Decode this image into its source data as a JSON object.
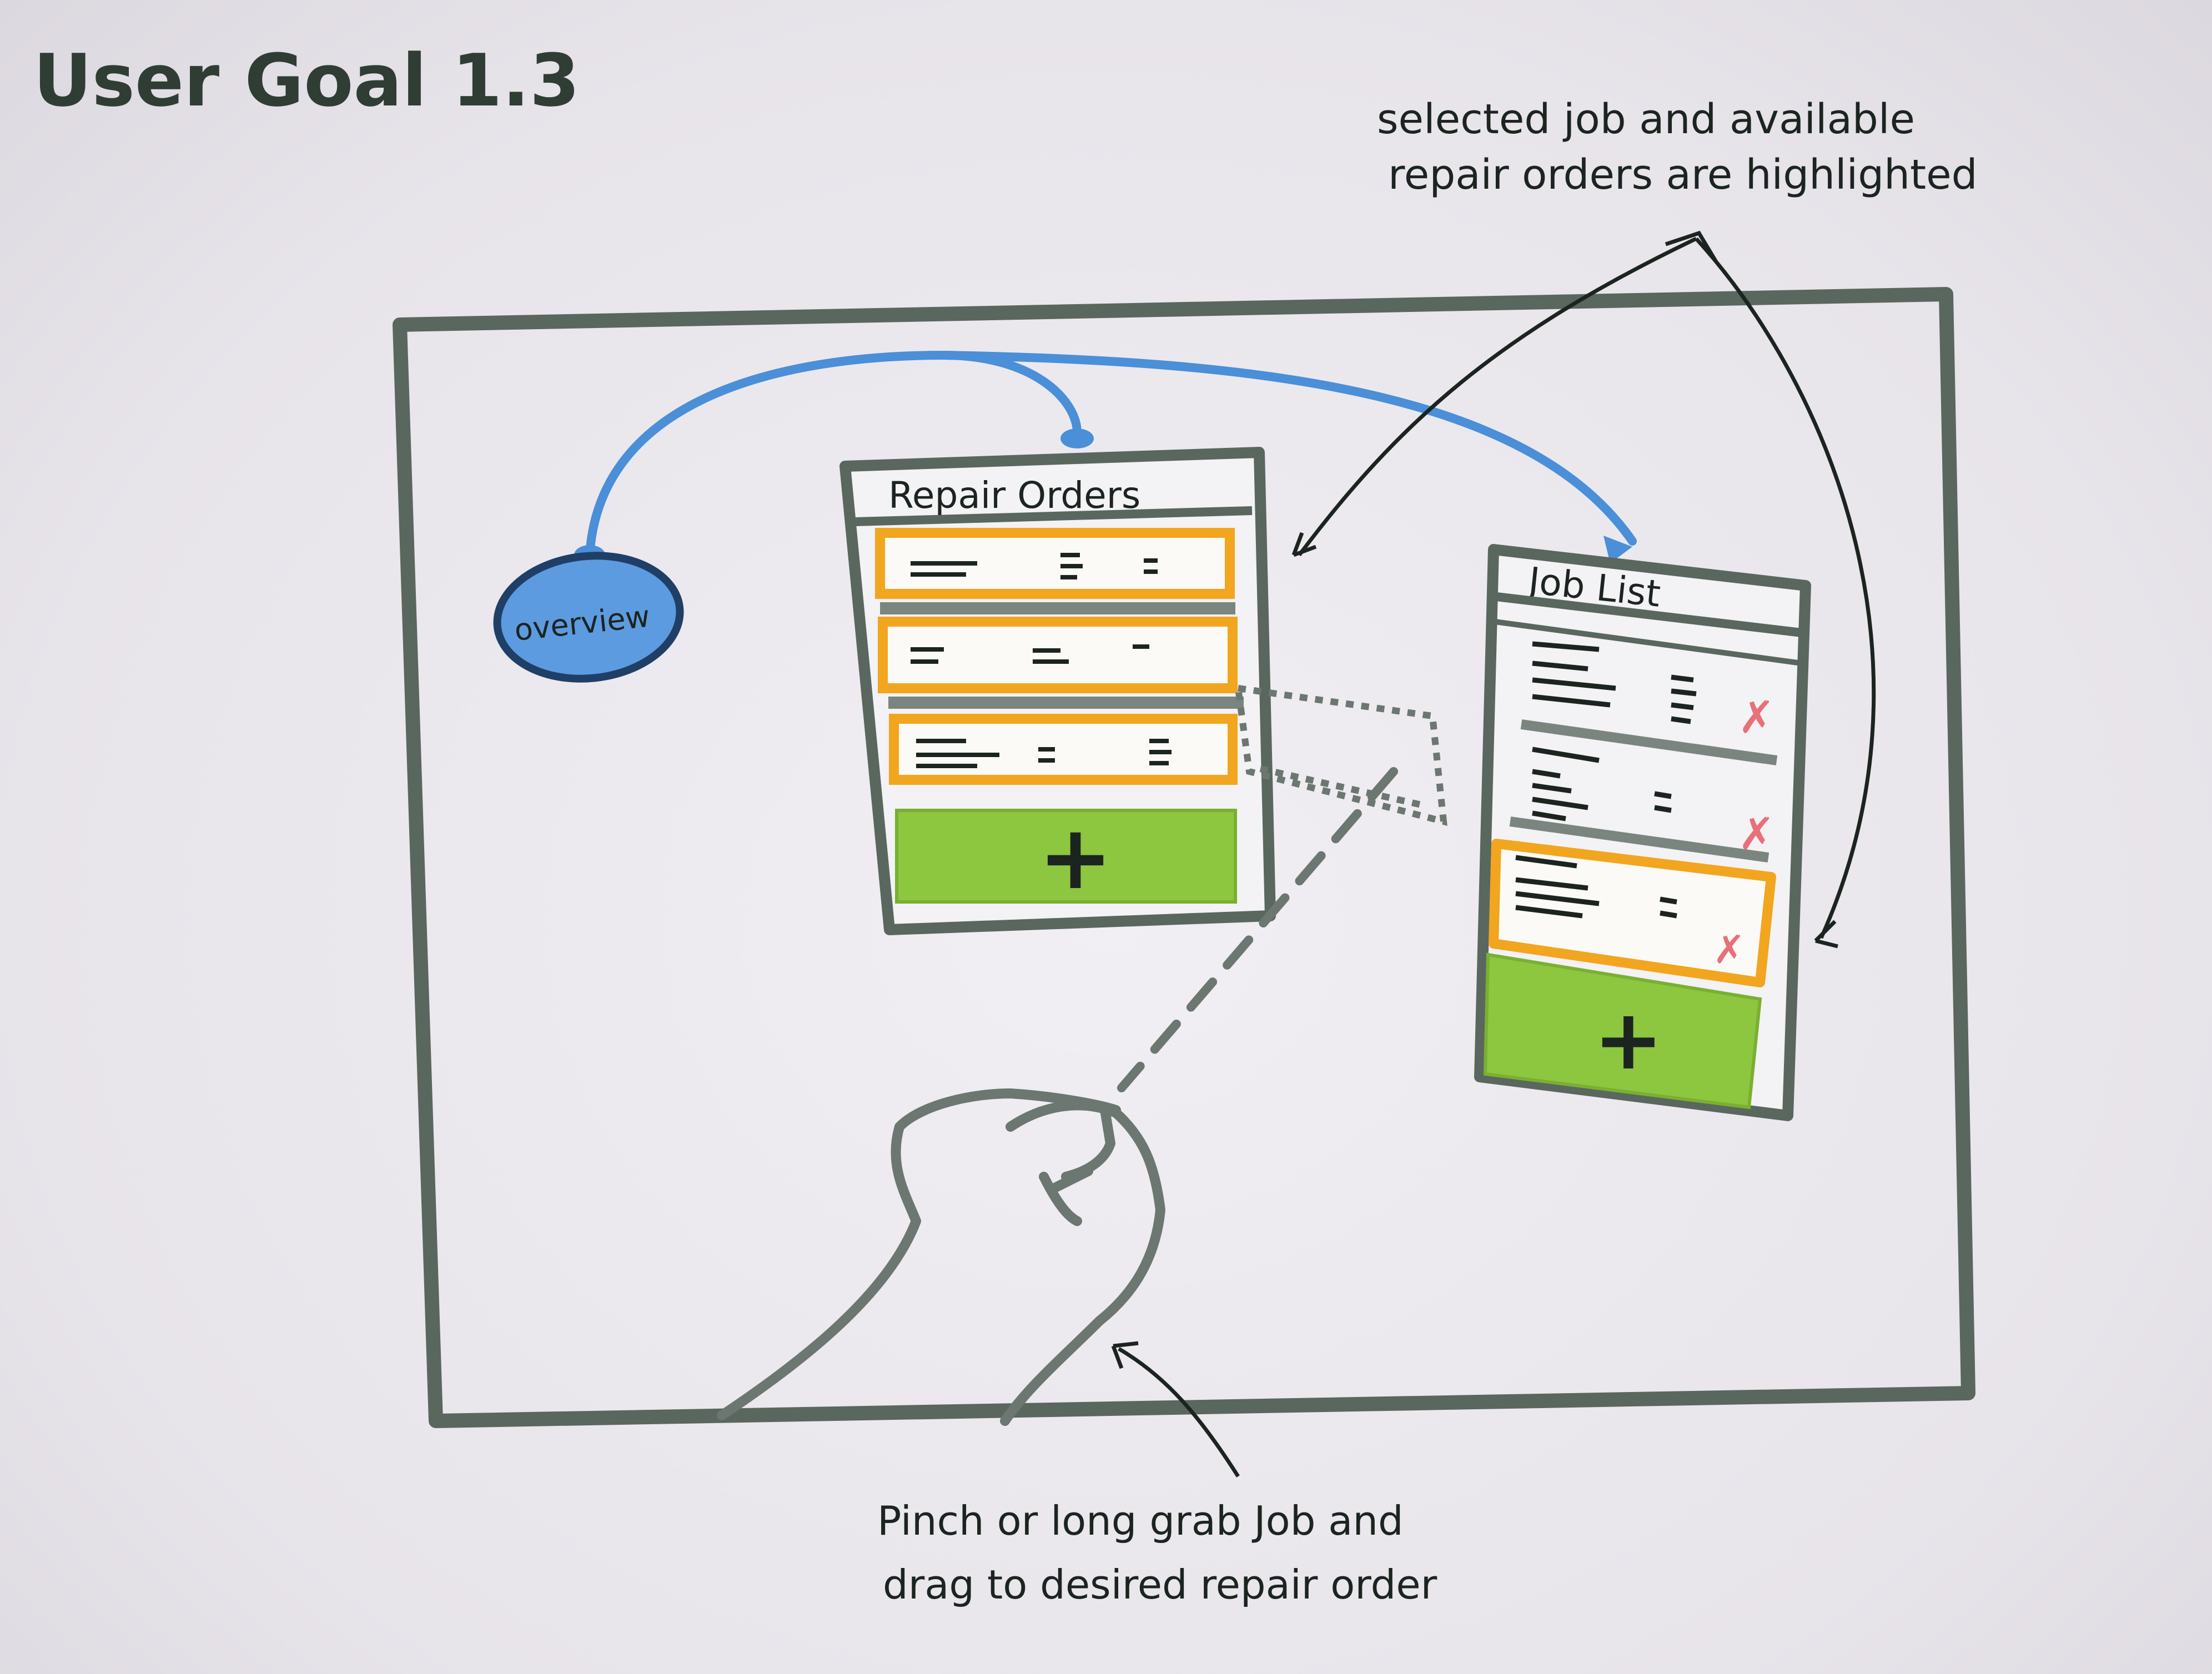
{
  "title": "User Goal 1.3",
  "annotations": {
    "top_right_line1": "selected job and available",
    "top_right_line2": "repair orders are highlighted",
    "bottom_line1": "Pinch or long grab Job and",
    "bottom_line2": "drag to desired repair order"
  },
  "overview_node": {
    "label": "overview"
  },
  "repair_orders_panel": {
    "title": "Repair Orders",
    "row_count": 3,
    "add_button_symbol": "+"
  },
  "job_list_panel": {
    "title": "Job List",
    "row_count": 3,
    "remove_symbol": "✗",
    "add_button_symbol": "+"
  },
  "colors": {
    "frame": "#59675f",
    "highlight": "#f2a51e",
    "add_button": "#8dc63f",
    "connector": "#4a8fd8",
    "overview_fill": "#5c9be0",
    "remove_mark": "#e8707a",
    "ink": "#1c2420"
  }
}
